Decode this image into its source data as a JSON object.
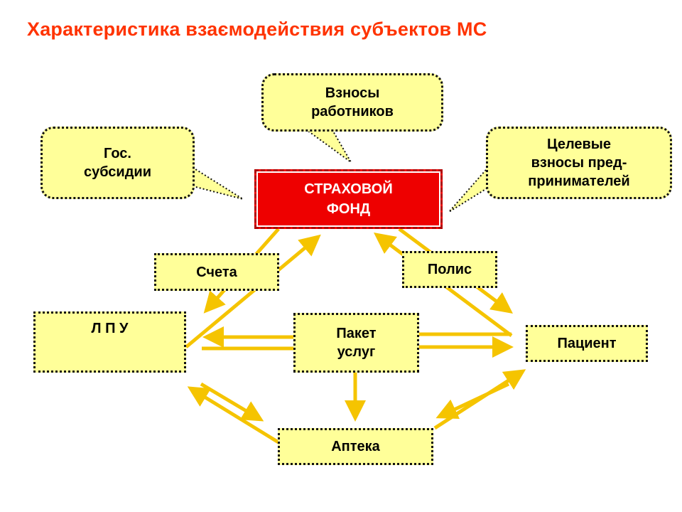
{
  "title": "Характеристика взаємодействия субъектов МС",
  "nodes": {
    "worker_contributions": "Взносы\nработников",
    "gov_subsidies": "Гос.\nсубсидии",
    "employer_contributions": "Целевые\nвзносы пред-\nпринимателей",
    "insurance_fund": "СТРАХОВОЙ\nФОНД",
    "invoices": "Счета",
    "policy": "Полис",
    "lpu": "Л П У",
    "service_package": "Пакет\nуслуг",
    "patient": "Пациент",
    "pharmacy": "Аптека"
  },
  "colors": {
    "title": "#ff3300",
    "box_fill": "#ffff99",
    "fund_fill": "#ee0000",
    "arrow": "#f5c400"
  }
}
